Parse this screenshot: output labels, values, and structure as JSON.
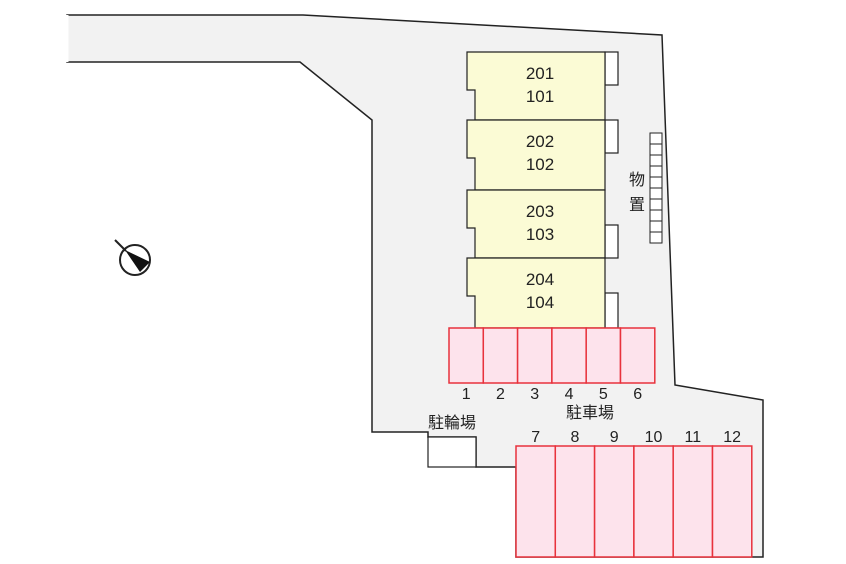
{
  "units": [
    {
      "upper": "201",
      "lower": "101"
    },
    {
      "upper": "202",
      "lower": "102"
    },
    {
      "upper": "203",
      "lower": "103"
    },
    {
      "upper": "204",
      "lower": "104"
    }
  ],
  "storage_label": [
    "物",
    "置"
  ],
  "parking_label": "駐車場",
  "bicycle_label": "駐輪場",
  "parking_row1": [
    "1",
    "2",
    "3",
    "4",
    "5",
    "6"
  ],
  "parking_row2": [
    "7",
    "8",
    "9",
    "10",
    "11",
    "12"
  ],
  "colors": {
    "ground": "#f2f2f2",
    "building": "#fbfbd5",
    "parking_fill": "#fde3ec",
    "parking_stroke": "#e8323c"
  }
}
